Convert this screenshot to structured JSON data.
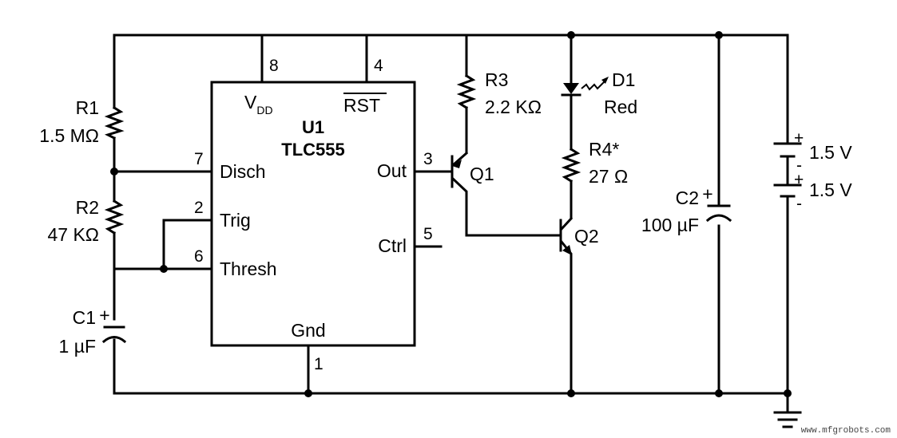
{
  "ic": {
    "ref": "U1",
    "part": "TLC555",
    "vdd": "V",
    "vdd_sub": "DD",
    "rst": "RST",
    "disch": "Disch",
    "trig": "Trig",
    "thresh": "Thresh",
    "out": "Out",
    "ctrl": "Ctrl",
    "gnd": "Gnd"
  },
  "pins": {
    "p8": "8",
    "p4": "4",
    "p7": "7",
    "p2": "2",
    "p6": "6",
    "p3": "3",
    "p5": "5",
    "p1": "1"
  },
  "components": {
    "r1_ref": "R1",
    "r1_val": "1.5 MΩ",
    "r2_ref": "R2",
    "r2_val": "47 KΩ",
    "c1_ref": "C1",
    "c1_val": "1 µF",
    "r3_ref": "R3",
    "r3_val": "2.2 KΩ",
    "d1_ref": "D1",
    "d1_val": "Red",
    "r4_ref": "R4*",
    "r4_val": "27 Ω",
    "q1_ref": "Q1",
    "q2_ref": "Q2",
    "c2_ref": "C2",
    "c2_val": "100 µF",
    "bat1_val": "1.5 V",
    "bat2_val": "1.5 V"
  },
  "symbols": {
    "plus": "+",
    "minus": "-"
  },
  "watermark": "www.mfgrobots.com"
}
